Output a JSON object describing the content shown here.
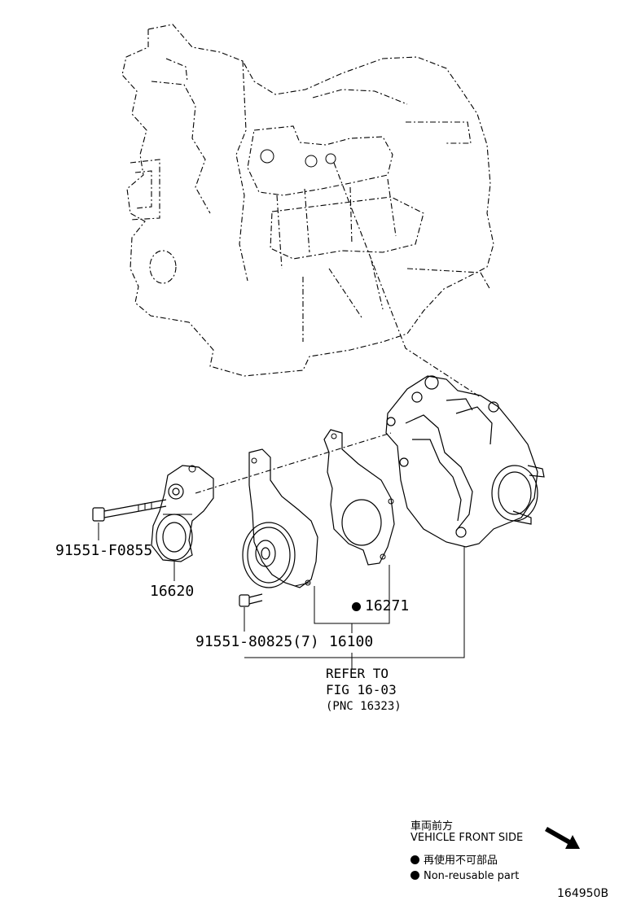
{
  "parts": {
    "bolt_tensioner": "91551-F0855",
    "tensioner_assy": "16620",
    "gasket": "16271",
    "water_pump_assy": "16100",
    "bolt_pump": "91551-80825(7)"
  },
  "refer": {
    "line1": "REFER TO",
    "line2": "FIG 16-03",
    "line3": "(PNC 16323)"
  },
  "legend": {
    "front_jp": "車両前方",
    "front_en": "VEHICLE FRONT SIDE",
    "nonreusable_jp": "再使用不可部品",
    "nonreusable_en": "Non-reusable part"
  },
  "figure_id": "164950B"
}
